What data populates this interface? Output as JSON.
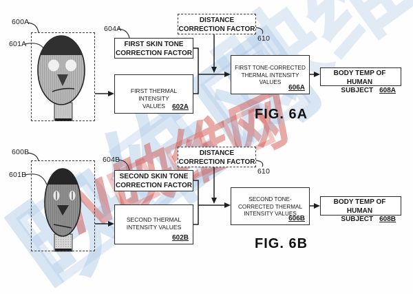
{
  "watermark": {
    "red_text": "N映维网",
    "blue_text": "映维网",
    "red_color": "#cd4842",
    "blue_color": "#a4c4e5"
  },
  "fig_a": {
    "ref_600": "600A",
    "ref_601": "601A",
    "ref_604": "604A",
    "ref_610": "610",
    "distance_box": {
      "line1": "DISTANCE",
      "line2": "CORRECTION FACTOR"
    },
    "skin_tone_box": {
      "line1": "FIRST SKIN TONE",
      "line2": "CORRECTION FACTOR"
    },
    "thermal_box": {
      "line1": "FIRST THERMAL INTENSITY",
      "line2": "VALUES",
      "ref": "602A"
    },
    "tone_box": {
      "line1": "FIRST TONE-CORRECTED",
      "line2": "THERMAL INTENSITY",
      "line3": "VALUES",
      "ref": "606A"
    },
    "body_box": {
      "line1": "BODY TEMP OF HUMAN",
      "line2": "SUBJECT",
      "ref": "608A"
    },
    "caption": "FIG. 6A"
  },
  "fig_b": {
    "ref_600": "600B",
    "ref_601": "601B",
    "ref_604": "604B",
    "ref_610": "610",
    "distance_box": {
      "line1": "DISTANCE",
      "line2": "CORRECTION FACTOR"
    },
    "skin_tone_box": {
      "line1": "SECOND SKIN TONE",
      "line2": "CORRECTION FACTOR"
    },
    "thermal_box": {
      "line1": "SECOND THERMAL",
      "line2": "INTENSITY VALUES",
      "ref": "602B"
    },
    "tone_box": {
      "line1": "SECOND TONE-",
      "line2": "CORRECTED THERMAL",
      "line3": "INTENSITY VALUES",
      "ref": "606B"
    },
    "body_box": {
      "line1": "BODY TEMP OF HUMAN",
      "line2": "SUBJECT",
      "ref": "608B"
    },
    "caption": "FIG. 6B"
  }
}
